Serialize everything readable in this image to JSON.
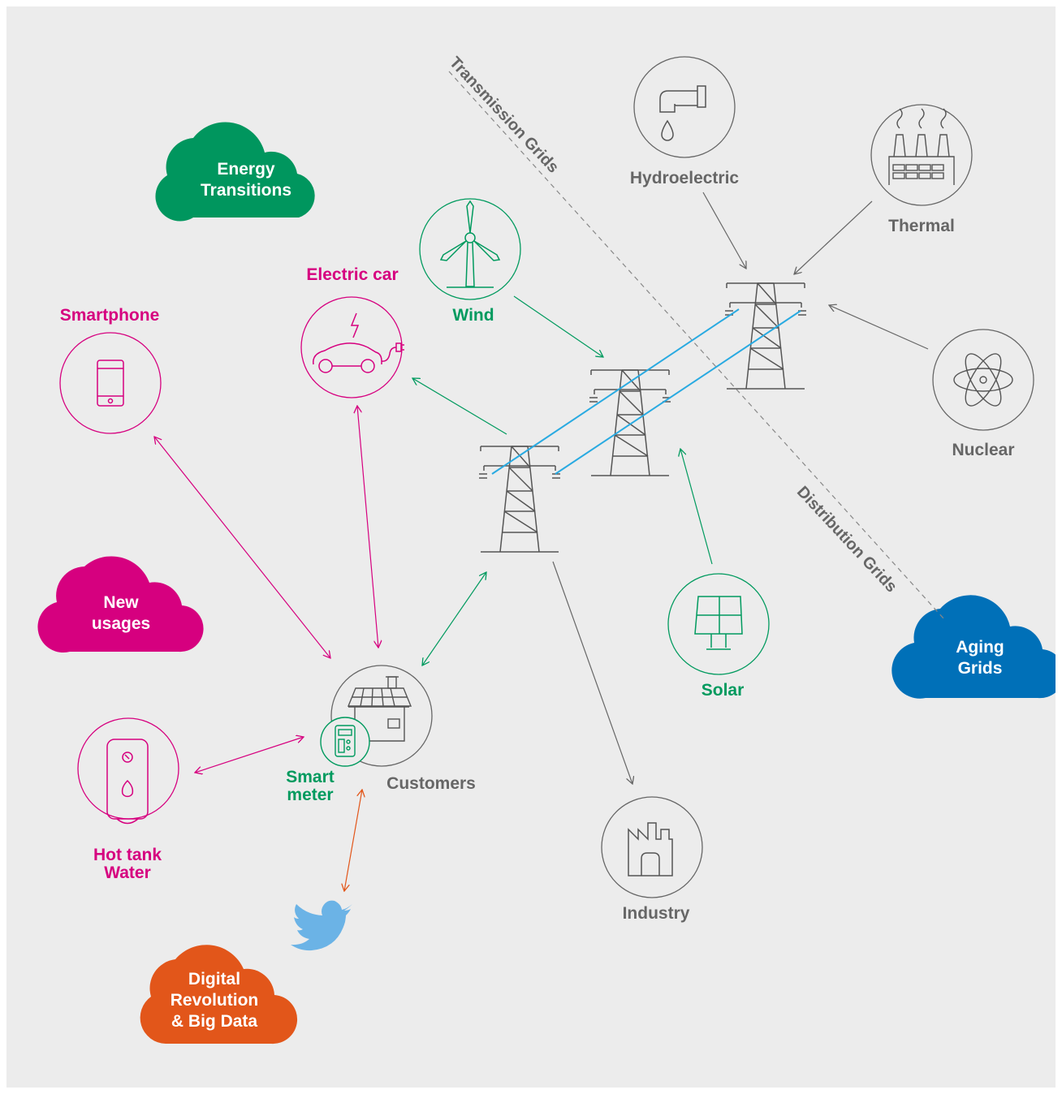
{
  "colors": {
    "background": "#ececec",
    "gray": "#666666",
    "pink": "#d6007f",
    "green": "#009a5e",
    "blue": "#0070b8",
    "orange": "#e2561a",
    "wire": "#29aae1",
    "twitter": "#6bb3e6"
  },
  "clouds": {
    "energy": {
      "line1": "Energy",
      "line2": "Transitions",
      "color": "#00965e"
    },
    "usages": {
      "line1": "New",
      "line2": "usages",
      "color": "#d6007f"
    },
    "digital": {
      "line1": "Digital",
      "line2": "Revolution",
      "line3": "& Big Data",
      "color": "#e2561a"
    },
    "aging": {
      "line1": "Aging",
      "line2": "Grids",
      "color": "#0070b8"
    }
  },
  "grids": {
    "transmission": "Transmission Grids",
    "distribution": "Distribution Grids"
  },
  "sources": {
    "hydro": "Hydroelectric",
    "thermal": "Thermal",
    "nuclear": "Nuclear",
    "wind": "Wind",
    "solar": "Solar"
  },
  "consumers": {
    "electric_car": "Electric car",
    "smartphone": "Smartphone",
    "hot_tank_1": "Hot tank",
    "hot_tank_2": "Water",
    "smart_meter_1": "Smart",
    "smart_meter_2": "meter",
    "customers": "Customers",
    "industry": "Industry"
  },
  "icons": [
    "faucet-icon",
    "factory-smoke-icon",
    "atom-icon",
    "wind-turbine-icon",
    "solar-panel-icon",
    "electric-car-icon",
    "smartphone-icon",
    "water-heater-icon",
    "house-icon",
    "smart-meter-icon",
    "industry-icon",
    "twitter-bird-icon",
    "pylon-icon"
  ]
}
